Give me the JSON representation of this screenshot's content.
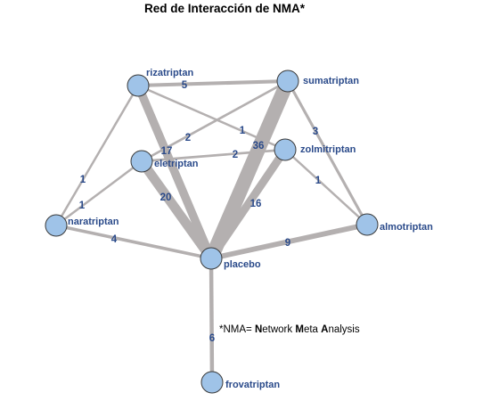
{
  "title": "Red de Interacción de NMA*",
  "note": {
    "parts": [
      {
        "text": "*NMA= ",
        "bold": false
      },
      {
        "text": "N",
        "bold": true
      },
      {
        "text": "etwork ",
        "bold": false
      },
      {
        "text": "M",
        "bold": true
      },
      {
        "text": "eta ",
        "bold": false
      },
      {
        "text": "A",
        "bold": true
      },
      {
        "text": "nalysis",
        "bold": false
      }
    ]
  },
  "colors": {
    "node_fill": "#9fc3e8",
    "node_stroke": "#3a3a3a",
    "edge": "#b4b0b0",
    "label": "#2a4a8a"
  },
  "nodes": [
    {
      "id": "rizatriptan",
      "label": "rizatriptan"
    },
    {
      "id": "sumatriptan",
      "label": "sumatriptan"
    },
    {
      "id": "eletriptan",
      "label": "eletriptan"
    },
    {
      "id": "zolmitriptan",
      "label": "zolmitriptan"
    },
    {
      "id": "naratriptan",
      "label": "naratriptan"
    },
    {
      "id": "almotriptan",
      "label": "almotriptan"
    },
    {
      "id": "placebo",
      "label": "placebo"
    },
    {
      "id": "frovatriptan",
      "label": "frovatriptan"
    }
  ],
  "edges": [
    {
      "from": "rizatriptan",
      "to": "sumatriptan",
      "weight": 5,
      "label": "5"
    },
    {
      "from": "rizatriptan",
      "to": "placebo",
      "weight": 17,
      "label": "17"
    },
    {
      "from": "rizatriptan",
      "to": "zolmitriptan",
      "weight": 1,
      "label": "1"
    },
    {
      "from": "rizatriptan",
      "to": "naratriptan",
      "weight": 1,
      "label": "1"
    },
    {
      "from": "sumatriptan",
      "to": "placebo",
      "weight": 36,
      "label": "36"
    },
    {
      "from": "sumatriptan",
      "to": "eletriptan",
      "weight": 2,
      "label": "2"
    },
    {
      "from": "sumatriptan",
      "to": "almotriptan",
      "weight": 3,
      "label": "3"
    },
    {
      "from": "eletriptan",
      "to": "placebo",
      "weight": 20,
      "label": "20"
    },
    {
      "from": "eletriptan",
      "to": "zolmitriptan",
      "weight": 2,
      "label": "2"
    },
    {
      "from": "eletriptan",
      "to": "naratriptan",
      "weight": 1,
      "label": "1"
    },
    {
      "from": "zolmitriptan",
      "to": "placebo",
      "weight": 16,
      "label": "16"
    },
    {
      "from": "zolmitriptan",
      "to": "almotriptan",
      "weight": 1,
      "label": "1"
    },
    {
      "from": "naratriptan",
      "to": "placebo",
      "weight": 4,
      "label": "4"
    },
    {
      "from": "almotriptan",
      "to": "placebo",
      "weight": 9,
      "label": "9"
    },
    {
      "from": "placebo",
      "to": "frovatriptan",
      "weight": 6,
      "label": "6"
    }
  ]
}
